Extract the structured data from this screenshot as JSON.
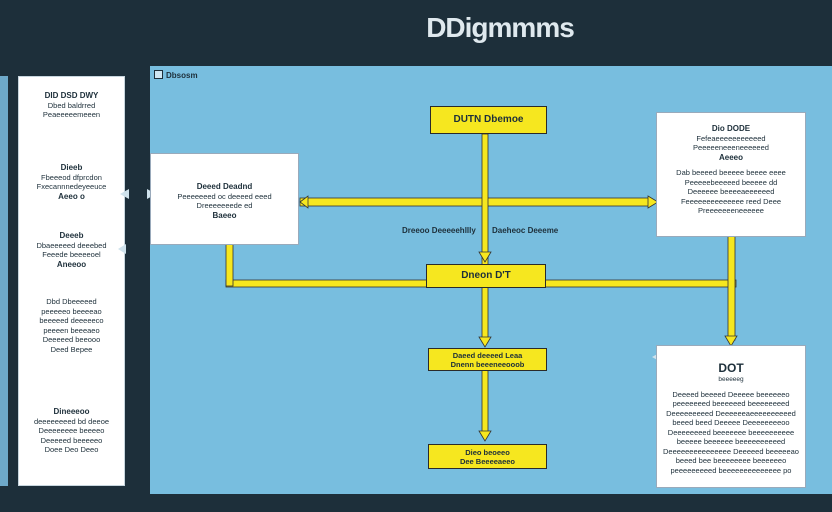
{
  "title": "DDigmmms",
  "canvas_label": "Dbsosm",
  "left_panel": {
    "blocks": [
      {
        "head": "DID DSD DWY",
        "lines": [
          "Dbed baldrred",
          "Peaeeeeemeeen"
        ]
      },
      {
        "head": "Dieeb",
        "lines": [
          "Fbeeeod dfprcdon",
          "Fxecannnedeyeeuce",
          "Aeeo o"
        ]
      },
      {
        "head": "Deeeb",
        "lines": [
          "Dbaeeeeed deeebed",
          "Feeede beeeeoel",
          "Aneeoo"
        ]
      },
      {
        "head": "",
        "lines": [
          "Dbd Dbeeeeed",
          "peeeeeo beeeeao",
          "beeeeed deeeeeco",
          "peeeen beeeaeo",
          "Deeeeed beeooo",
          "Deed Bepee"
        ]
      },
      {
        "head": "Dineeeoo",
        "lines": [
          "deeeeeeeed bd deeoe",
          "Deeeeeeee beeeeo",
          "Deeeeed beeeeeo",
          "Doee Deo Deeo"
        ]
      }
    ]
  },
  "boxes": {
    "left_white": {
      "head": "Deeed Deadnd",
      "lines": [
        "Peeeeeeed oc deeeed eeed",
        "Dreeeeeeede ed",
        "Baeeo"
      ]
    },
    "top_yellow": {
      "label": "DUTN Dbemoe"
    },
    "center_yellow": {
      "label": "Dneon D'T"
    },
    "mid_yellow": {
      "lines": [
        "Daeed deeeed Leaa",
        "Dnenn beeeneeooob"
      ]
    },
    "bottom_yellow": {
      "lines": [
        "Dieo beoeeo",
        "Dee Beeeeaeeo"
      ]
    },
    "right_top": {
      "head": "Dio  DODE",
      "lines": [
        "Fefeaeeeeeeeeeeed",
        "Peeeeeneeeneeeeeed",
        "Aeeeo",
        "Dab beeeed beeeee beeee eeee",
        "Peeeeebeeeeed beeeee dd",
        "Deeeeee beeeeaeeeeeed",
        "Feeeeeeeeeeeeee reed Deee",
        "Preeeeeeeneeeeee"
      ]
    },
    "right_bottom": {
      "head": "DOT",
      "sub": "beeeeeg",
      "lines": [
        "Deeeed beeeed Deeeee beeeeeeo",
        "peeeeeeed beeeeeed beeeeeeeed",
        "Deeeeeeeeed Deeeeeeaeeeeeeeeeed",
        "beeed beed Deeeee Deeeeeeeeoo",
        "Deeeeeeeed beeeeeee beeeeeeeeee",
        "beeeee  beeeeee beeeeeeeeeed",
        "Deeeeeeeeeeeeeee Deeeeed beeeeeao",
        "beeed bee beeeeeeee beeeeeeo",
        "peeeeeeeeed beeeeeeeeeeeeee po"
      ]
    }
  },
  "connector_labels": {
    "left": "Dreeoo Deeeeehllly",
    "right": "Daeheoc Deeeme"
  },
  "colors": {
    "canvas": "#78bedf",
    "yellow": "#f6e71f",
    "header": "#1d2f3a",
    "white": "#ffffff"
  }
}
